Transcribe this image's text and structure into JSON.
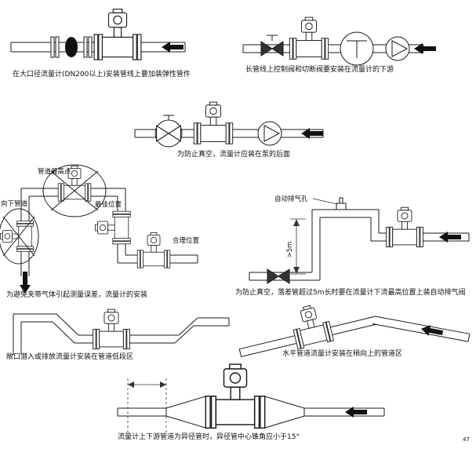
{
  "page": {
    "background": "#ffffff",
    "page_number": "47"
  },
  "colors": {
    "line": "#1a1a1a",
    "arrow": "#111111",
    "elastic_fill": "#111111",
    "background": "#ffffff"
  },
  "captions": {
    "large_meter": "在大口径流量计(DN200以上)安装管线上要加装弹性管件",
    "long_line_valves": "长管线上控制阀和切断阀要安装在流量计的下游",
    "pump_downstream": "为防止真空，流量计应装在泵的后面",
    "gas_entrainment": "为避免夹带气体引起测量误差，流量计的安装",
    "drop_pipe_vent": "为防止真空，落差管超过5m长时要在流量计下流最高位置上装自动排气阀",
    "low_section": "敞口潜入或排放流量计安装在管道低段区",
    "upward_section": "水平管道流量计安装在稍向上的管道区",
    "reducer_angle": "流量计上下游管道为异径管时，异径管中心锥角应小于15°"
  },
  "labels": {
    "pipe_highest_point": "管道最高点",
    "downward_pipe": "向下管道",
    "best_position": "最佳位置",
    "reasonable_position": "合理位置",
    "auto_vent_hole": "自动排气孔",
    "drop_height": ">5m"
  },
  "symbols": {
    "flowmeter": "flowmeter-with-transmitter",
    "pump": "pump-circle-triangle",
    "valve": "bowtie-valve",
    "flow_arrow": "flow-direction-arrow",
    "elastic_joint": "elastic-bellows",
    "prohibited": "crossed-ellipse",
    "vent": "auto-vent-fitting"
  }
}
